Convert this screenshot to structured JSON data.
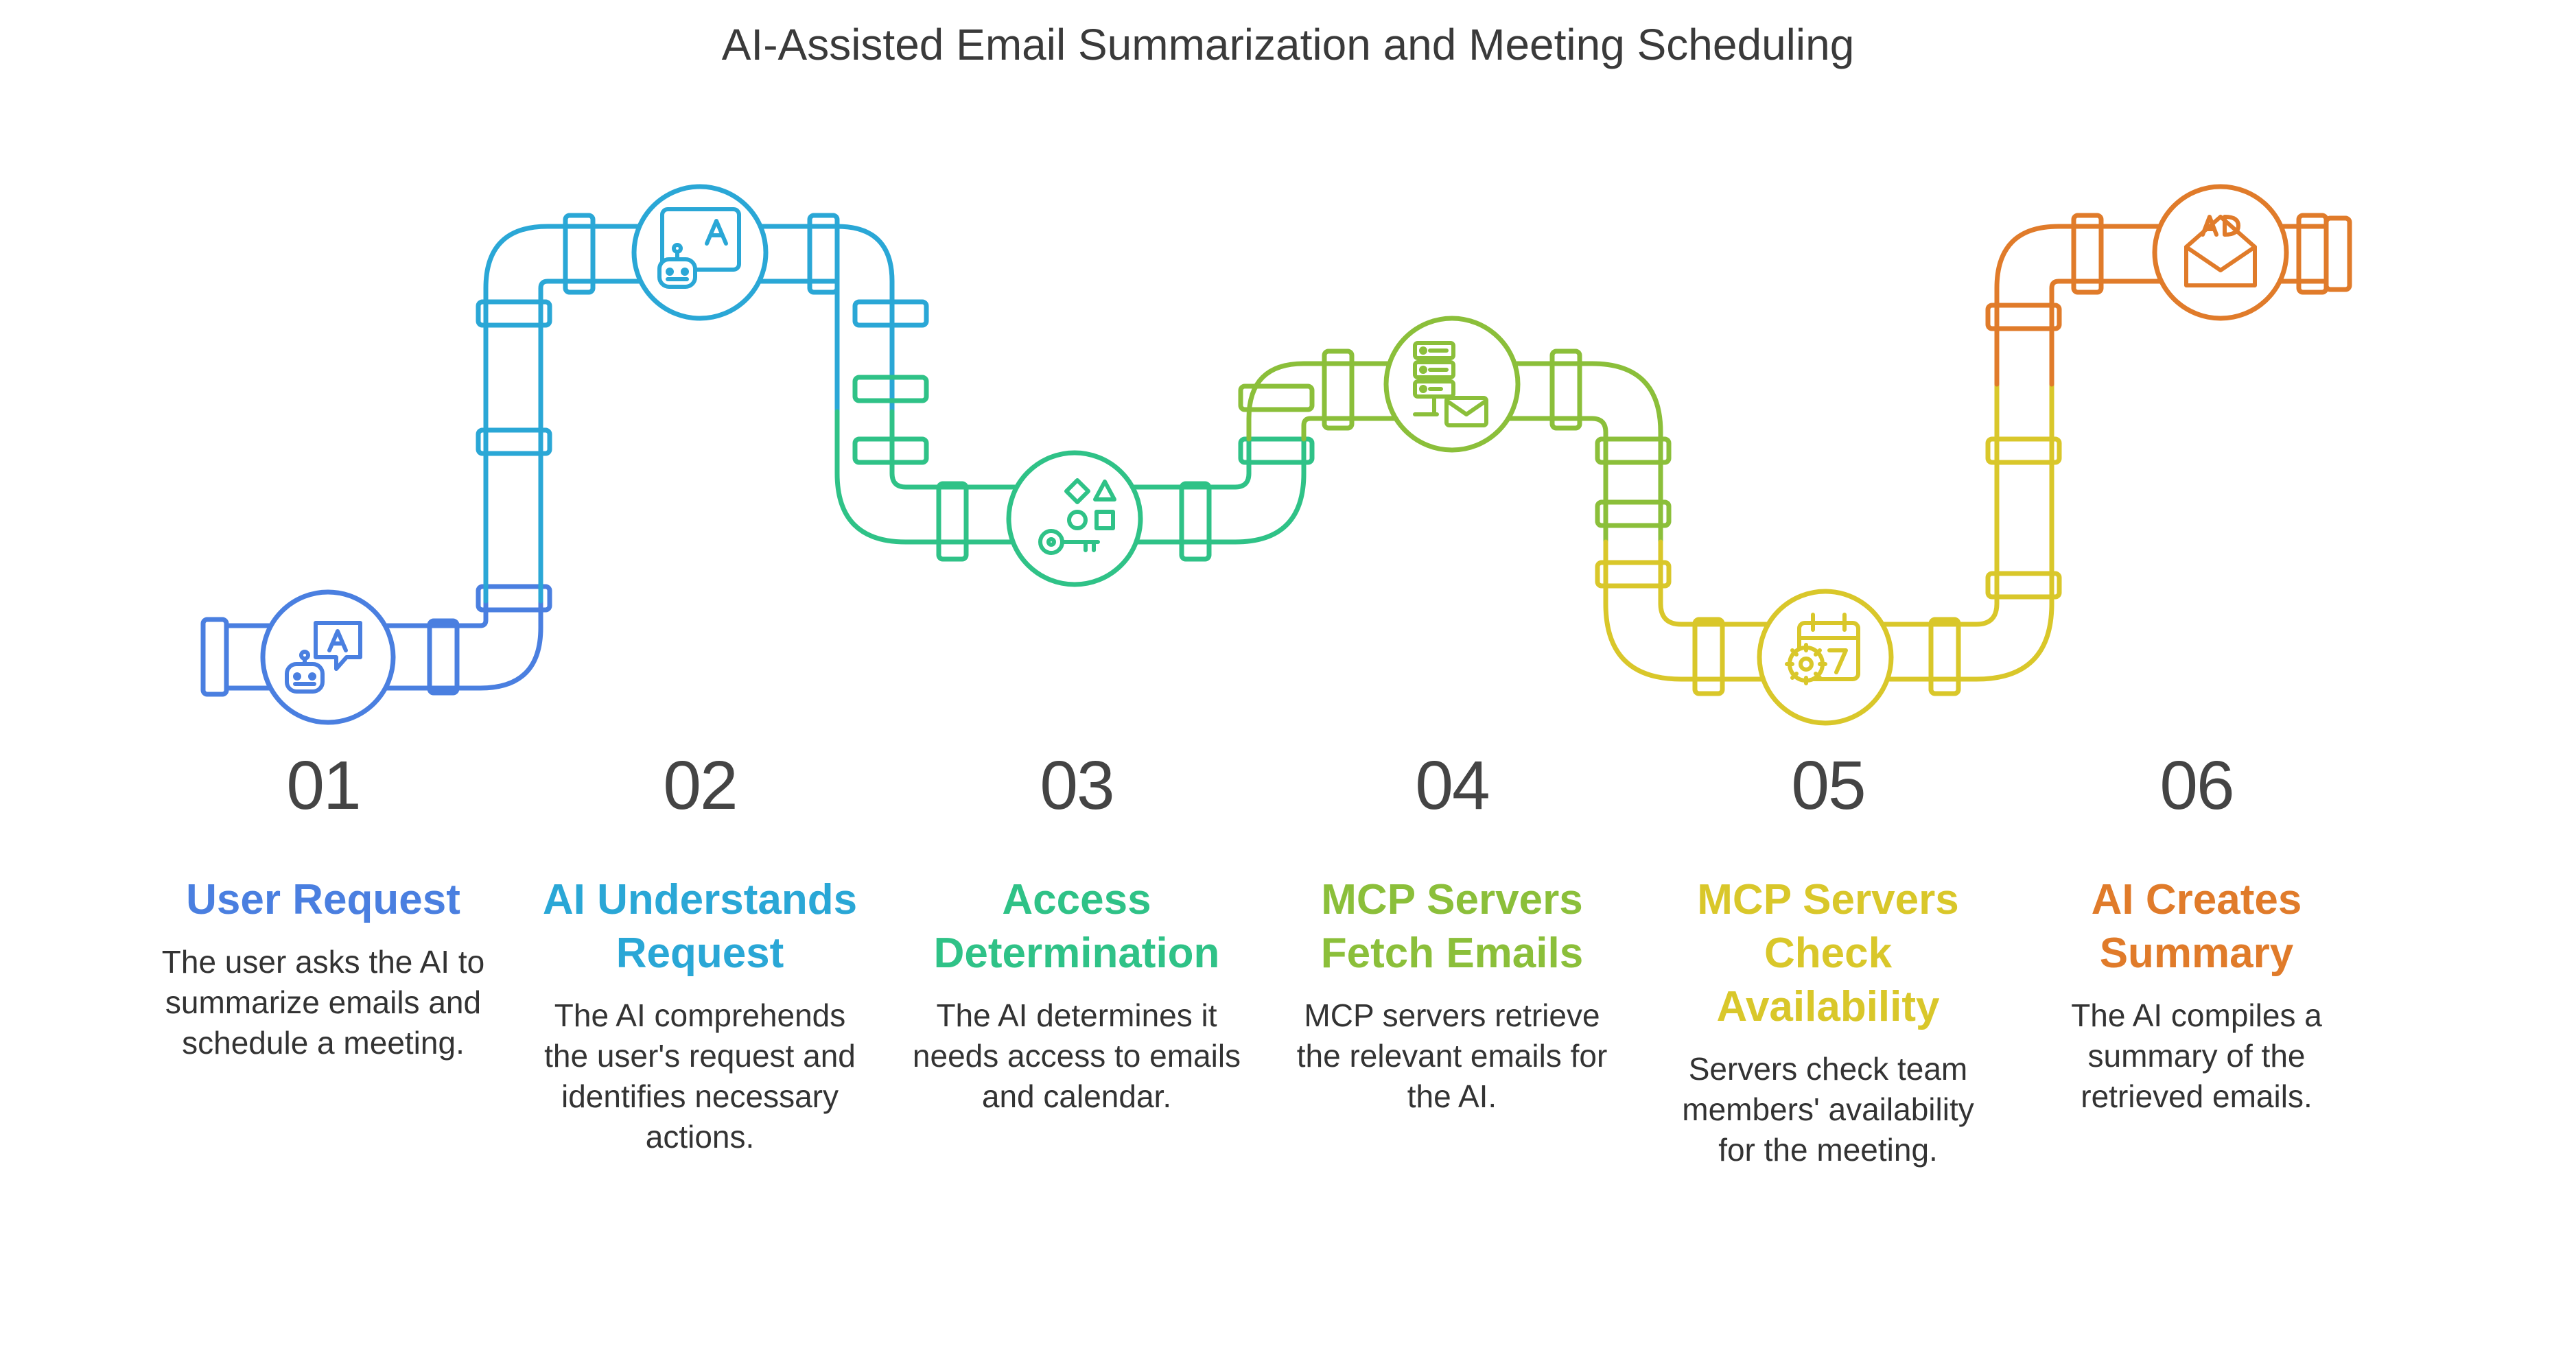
{
  "title": "AI-Assisted Email Summarization and Meeting Scheduling",
  "steps": [
    {
      "number": "01",
      "label": [
        "User Request"
      ],
      "description": "The user asks the AI to summarize emails and schedule a meeting.",
      "color": "#4A7FE0",
      "icon": "robot-chat-icon"
    },
    {
      "number": "02",
      "label": [
        "AI Understands",
        "Request"
      ],
      "description": "The AI comprehends the user's request and identifies necessary actions.",
      "color": "#2AA7D6",
      "icon": "robot-assistant-icon"
    },
    {
      "number": "03",
      "label": [
        "Access",
        "Determination"
      ],
      "description": "The AI determines it needs access to emails and calendar.",
      "color": "#2FC287",
      "icon": "key-shapes-icon"
    },
    {
      "number": "04",
      "label": [
        "MCP Servers",
        "Fetch Emails"
      ],
      "description": "MCP servers retrieve the relevant emails for the AI.",
      "color": "#8BBF3A",
      "icon": "server-mail-icon"
    },
    {
      "number": "05",
      "label": [
        "MCP Servers",
        "Check",
        "Availability"
      ],
      "description": "Servers check team members' availability for the meeting.",
      "color": "#D9C72A",
      "icon": "calendar-gear-icon"
    },
    {
      "number": "06",
      "label": [
        "AI Creates",
        "Summary"
      ],
      "description": "The AI compiles a summary of the retrieved emails.",
      "color": "#E07B2A",
      "icon": "ai-mail-icon"
    }
  ]
}
